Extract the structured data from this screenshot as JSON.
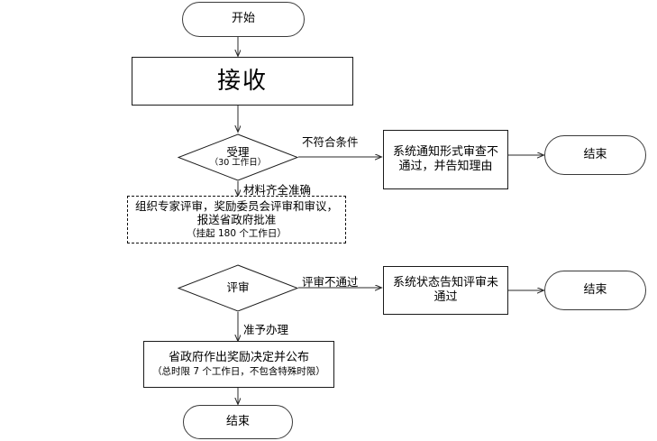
{
  "diagram": {
    "type": "flowchart",
    "title_text": "",
    "colors": {
      "stroke": "#1a1a1a",
      "terminator_stroke": "#3a3a3a",
      "background": "#ffffff",
      "text": "#000000"
    },
    "nodes": {
      "start": {
        "label": "开始",
        "shape": "terminator"
      },
      "receive": {
        "label": "接收",
        "shape": "process"
      },
      "accept_decision": {
        "label": "受理",
        "sub": "（30 工作日）",
        "shape": "decision"
      },
      "reject_notice": {
        "label": "系统通知形式审查不通过，并告知理由",
        "shape": "process"
      },
      "end_reject": {
        "label": "结束",
        "shape": "terminator"
      },
      "expert_review": {
        "label": "组织专家评审，奖励委员会评审和审议，报送省政府批准",
        "sub": "（挂起 180 个工作日）",
        "shape": "process-dashed"
      },
      "review_decision": {
        "label": "评审",
        "shape": "decision"
      },
      "review_fail_notice": {
        "label": "系统状态告知评审未通过",
        "shape": "process"
      },
      "end_review_fail": {
        "label": "结束",
        "shape": "terminator"
      },
      "award_decision": {
        "label": "省政府作出奖励决定并公布",
        "sub": "（总时限 7 个工作日，不包含特殊时限）",
        "shape": "process"
      },
      "end_final": {
        "label": "结束",
        "shape": "terminator"
      }
    },
    "edge_labels": {
      "not_qualified": "不符合条件",
      "materials_complete": "材料齐全准确",
      "review_not_passed": "评审不通过",
      "approved": "准予办理"
    }
  }
}
